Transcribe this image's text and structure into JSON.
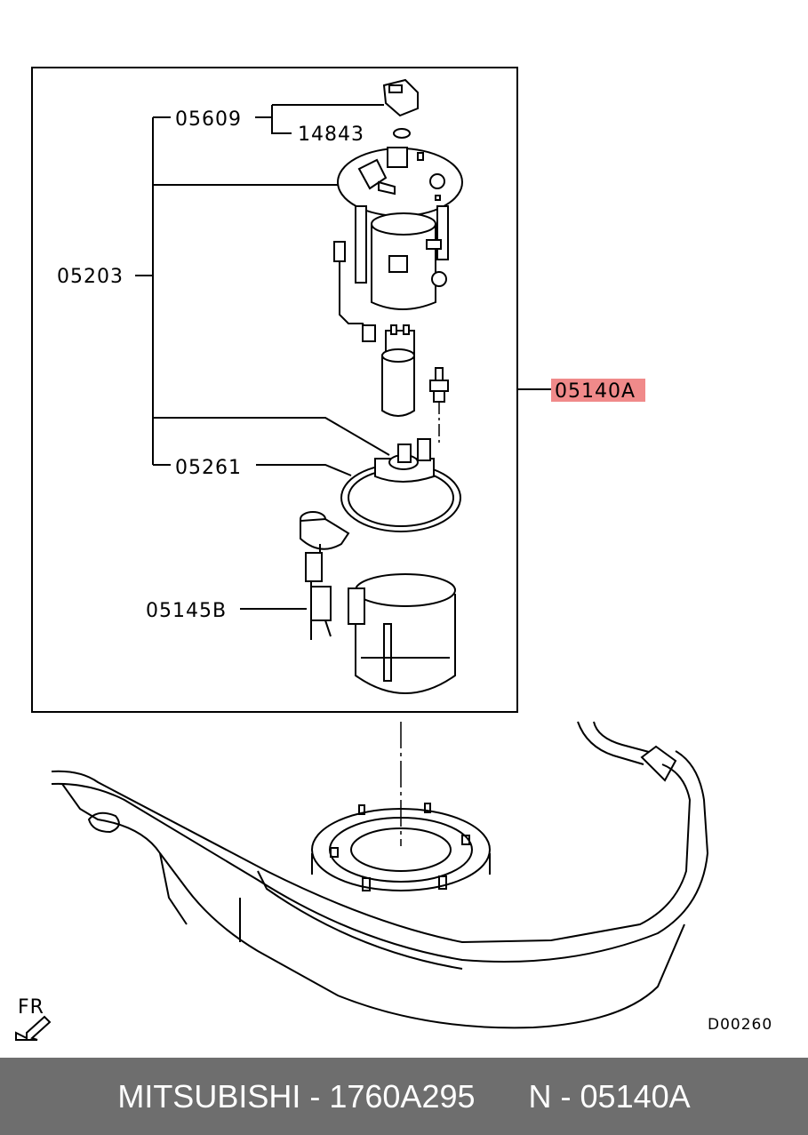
{
  "callouts": {
    "p05609": "05609",
    "p14843": "14843",
    "p05203": "05203",
    "p05140A": "05140A",
    "p05261": "05261",
    "p05145B": "05145B"
  },
  "direction_label": "FR",
  "diagram_code": "D00260",
  "footer": {
    "brand": "MITSUBISHI",
    "separator": " - ",
    "part_number": "1760A295",
    "ref_prefix": "N - ",
    "ref_code": "05140A"
  },
  "colors": {
    "highlight": "#f08a8a",
    "footer_bg": "#6e6e6e",
    "line": "#000000"
  }
}
